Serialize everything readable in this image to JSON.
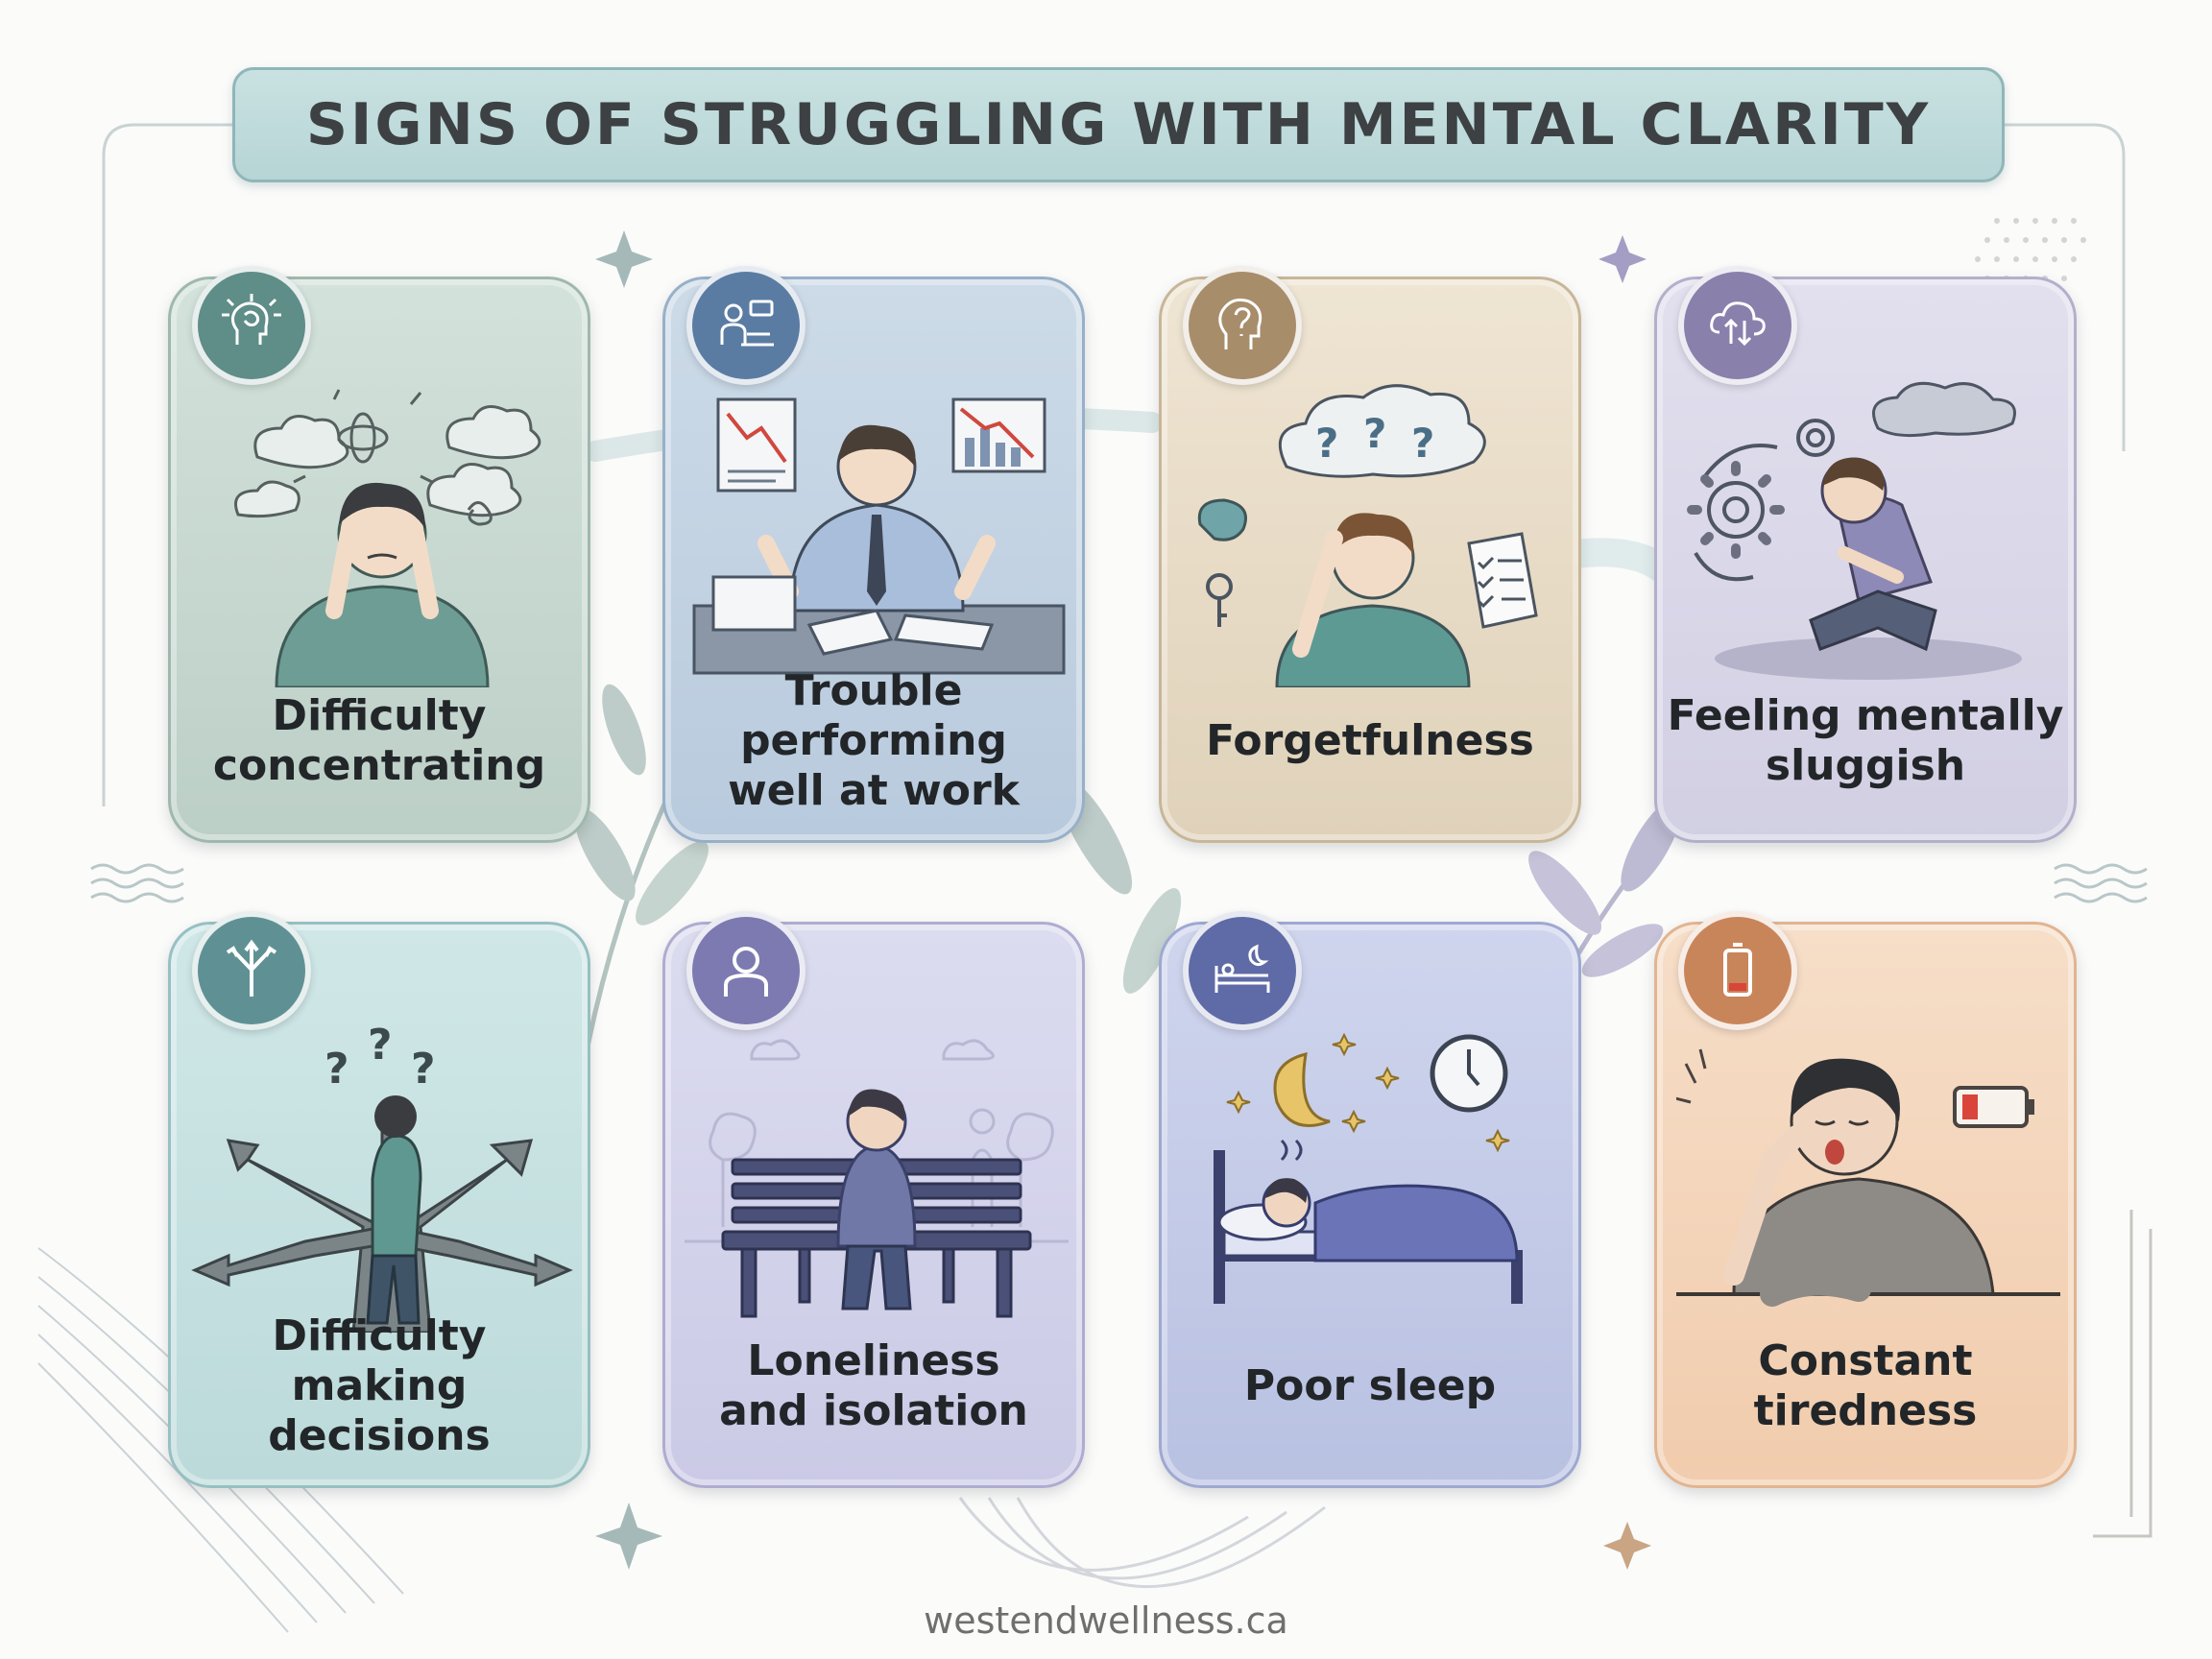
{
  "title": "SIGNS OF STRUGGLING WITH MENTAL CLARITY",
  "cards": [
    {
      "label": "Difficulty\nconcentrating",
      "icon": "brain-stress-icon"
    },
    {
      "label": "Trouble\nperforming\nwell at work",
      "icon": "presentation-icon"
    },
    {
      "label": "Forgetfulness",
      "icon": "head-question-icon"
    },
    {
      "label": "Feeling mentally\nsluggish",
      "icon": "cloud-sync-icon"
    },
    {
      "label": "Difficulty\nmaking decisions",
      "icon": "split-arrows-icon"
    },
    {
      "label": "Loneliness\nand isolation",
      "icon": "person-icon"
    },
    {
      "label": "Poor sleep",
      "icon": "bed-moon-icon"
    },
    {
      "label": "Constant\ntiredness",
      "icon": "low-battery-icon"
    }
  ],
  "footer": "westendwellness.ca",
  "colors": {
    "title_bg": "#bcd8d8",
    "title_text": "#3d4144",
    "concentrating": "#c9dad2",
    "work": "#c5d6e4",
    "forgetfulness": "#eadfcb",
    "sluggish": "#dcdbe9",
    "decisions": "#c7e2e2",
    "loneliness": "#d9d9ee",
    "sleep": "#c5cce9",
    "tiredness": "#f4d7bd"
  }
}
